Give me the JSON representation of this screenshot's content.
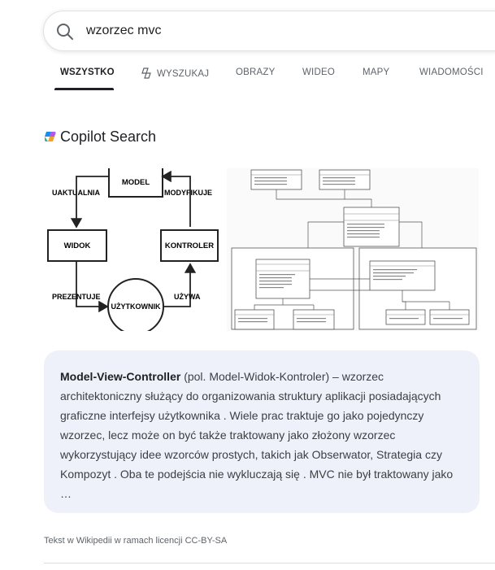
{
  "search": {
    "query": "wzorzec mvc"
  },
  "tabs": [
    {
      "label": "WSZYSTKO",
      "active": true
    },
    {
      "label": "WYSZUKAJ",
      "active": false
    },
    {
      "label": "OBRAZY",
      "active": false
    },
    {
      "label": "WIDEO",
      "active": false
    },
    {
      "label": "MAPY",
      "active": false
    },
    {
      "label": "WIADOMOŚCI",
      "active": false
    }
  ],
  "copilot": {
    "title": "Copilot Search"
  },
  "images": {
    "left": {
      "labels": [
        "MODEL",
        "UAKTUALNIA",
        "MODYFIKUJE",
        "WIDOK",
        "KONTROLER",
        "PREZENTUJE",
        "UŻYWA",
        "UŻYTKOWNIK"
      ]
    }
  },
  "card": {
    "bold_term": "Model-View-Controller",
    "text": " (pol. Model-Widok-Kontroler) – wzorzec architektoniczny służący do organizowania struktury aplikacji posiadających graficzne interfejsy użytkownika . Wiele prac traktuje go jako pojedynczy wzorzec, lecz może on być także traktowany jako złożony wzorzec wykorzystujący idee wzorców prostych, takich jak Obserwator, Strategia czy Kompozyt . Oba te podejścia nie wykluczają się . MVC nie był traktowany jako …"
  },
  "license": "Tekst w Wikipedii w ramach licencji CC-BY-SA",
  "colors": {
    "accent": "#202124",
    "card_bg": "#eef1fa",
    "muted": "#5f6368"
  }
}
